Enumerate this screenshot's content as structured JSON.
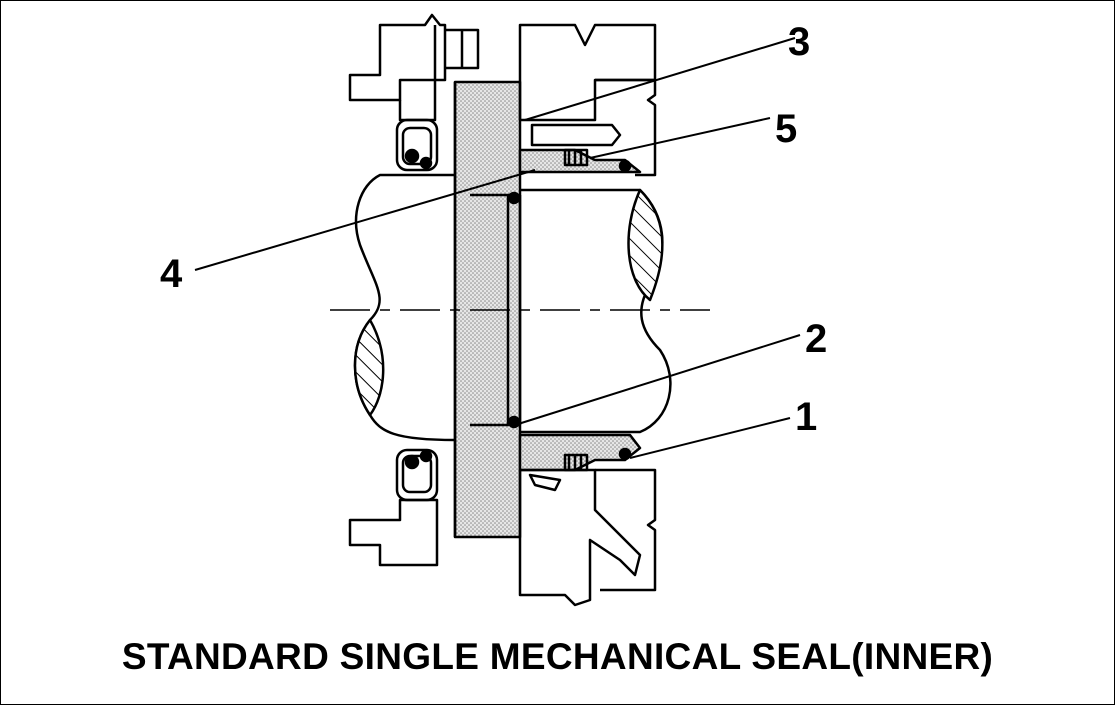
{
  "diagram": {
    "caption": "STANDARD SINGLE MECHANICAL SEAL(INNER)",
    "callouts": [
      "1",
      "2",
      "3",
      "4",
      "5"
    ],
    "colors": {
      "line": "#000000",
      "face": "#d9d9d9",
      "background": "#ffffff"
    }
  }
}
